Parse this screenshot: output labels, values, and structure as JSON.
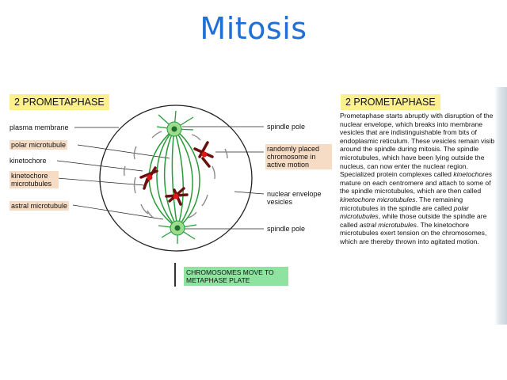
{
  "title": "Mitosis",
  "diagram": {
    "phase_header": "2   PROMETAPHASE",
    "labels_left": {
      "plasma_membrane": "plasma membrane",
      "polar_microtubule": "polar microtubule",
      "kinetochore": "kinetochore",
      "kinetochore_microtubules": "kinetochore microtubules",
      "astral_microtubule": "astral microtubule"
    },
    "labels_right": {
      "spindle_pole_top": "spindle pole",
      "randomly_placed": "randomly placed chromosome in active motion",
      "nuclear_envelope": "nuclear envelope vesicles",
      "spindle_pole_bottom": "spindle pole"
    },
    "caption": "CHROMOSOMES MOVE TO METAPHASE PLATE",
    "colors": {
      "cell_outline": "#222222",
      "microtubule": "#2a9a3a",
      "chromosome": "#6b1010",
      "kinetochore": "#e01515",
      "label_highlight": "#f6dcc5",
      "header_highlight": "#fbef8e",
      "caption_box": "#8fe3a0"
    }
  },
  "text_panel": {
    "phase_header": "2   PROMETAPHASE",
    "paragraph": [
      {
        "t": "Prometaphase starts abruptly with disruption of the nuclear envelope, which breaks into membrane vesicles that are indistinguishable from bits of endoplasmic reticulum. These vesicles remain visible around the spindle during mitosis. The spindle microtubules, which have been lying outside the nucleus, can now enter the nuclear region. Specialized protein complexes called "
      },
      {
        "t": "kinetochores",
        "i": true
      },
      {
        "t": " mature on each centromere and attach to some of the spindle microtubules, which are then called "
      },
      {
        "t": "kinetochore microtubules",
        "i": true
      },
      {
        "t": ". The remaining microtubules in the spindle are called "
      },
      {
        "t": "polar microtubules",
        "i": true
      },
      {
        "t": ", while those outside the spindle are called "
      },
      {
        "t": "astral microtubules",
        "i": true
      },
      {
        "t": ". The kinetochore microtubules exert tension on the chromosomes, which are thereby thrown into agitated motion."
      }
    ]
  }
}
